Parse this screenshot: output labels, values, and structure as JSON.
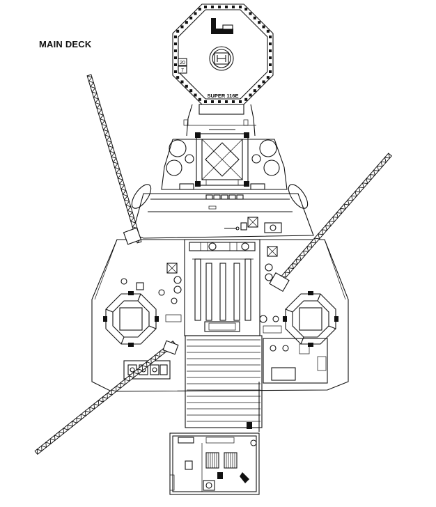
{
  "caption": "MAIN DECK",
  "hull_marking": "SUPER 116E",
  "deck_number_top": "20",
  "deck_number_bottom": "7"
}
